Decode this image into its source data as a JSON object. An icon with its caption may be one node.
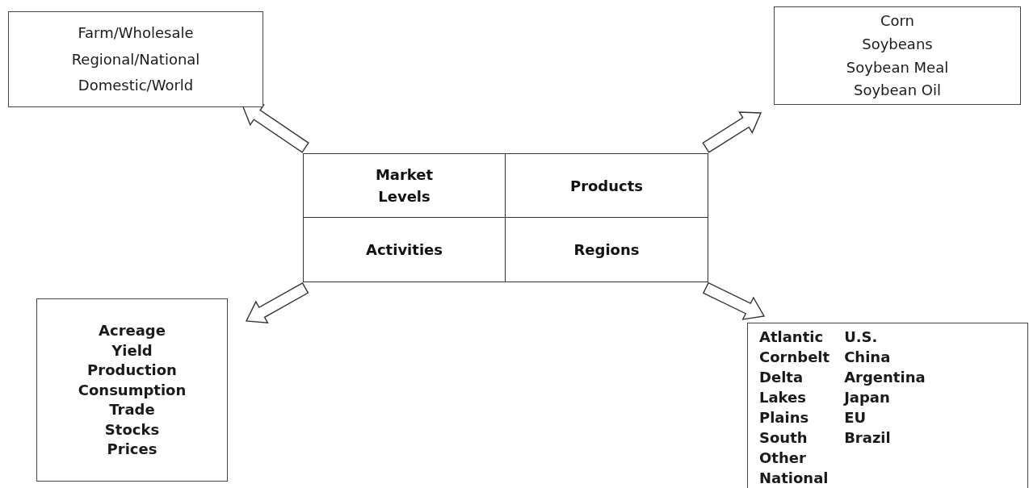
{
  "diagram": {
    "nodes": [
      {
        "text": [],
        "shape": "box"
      },
      {
        "text": [
          "Market Levels"
        ],
        "in": 0
      },
      {
        "text": [
          "Products"
        ],
        "in": 0
      },
      {
        "text": [
          "Activities"
        ],
        "in": 0
      },
      {
        "text": [
          "Regions"
        ],
        "in": 0
      },
      {
        "text": [
          "Farm/Wholesale",
          "Regional/National",
          "Domestic/World"
        ]
      },
      {
        "text": [
          "Corn",
          "Soybeans",
          "Soybean Meal",
          "Soybean Oil"
        ]
      },
      {
        "text": [
          "Acreage",
          "Yield",
          "Production",
          "Consumption",
          "Trade",
          "Stocks",
          "Prices"
        ]
      },
      {
        "text": [
          "Atlantic",
          "Cornbelt",
          "Delta",
          "Lakes",
          "Plains",
          "South",
          "Other",
          "National",
          "U.S.",
          "China",
          "Argentina",
          "Japan",
          "EU",
          "Brazil"
        ]
      }
    ],
    "edges": [
      {
        "from": 0,
        "to": 5,
        "arrow": "to"
      },
      {
        "from": 0,
        "to": 6,
        "arrow": "to"
      },
      {
        "from": 0,
        "to": 7,
        "arrow": "to"
      },
      {
        "from": 0,
        "to": 8,
        "arrow": "to"
      }
    ]
  }
}
